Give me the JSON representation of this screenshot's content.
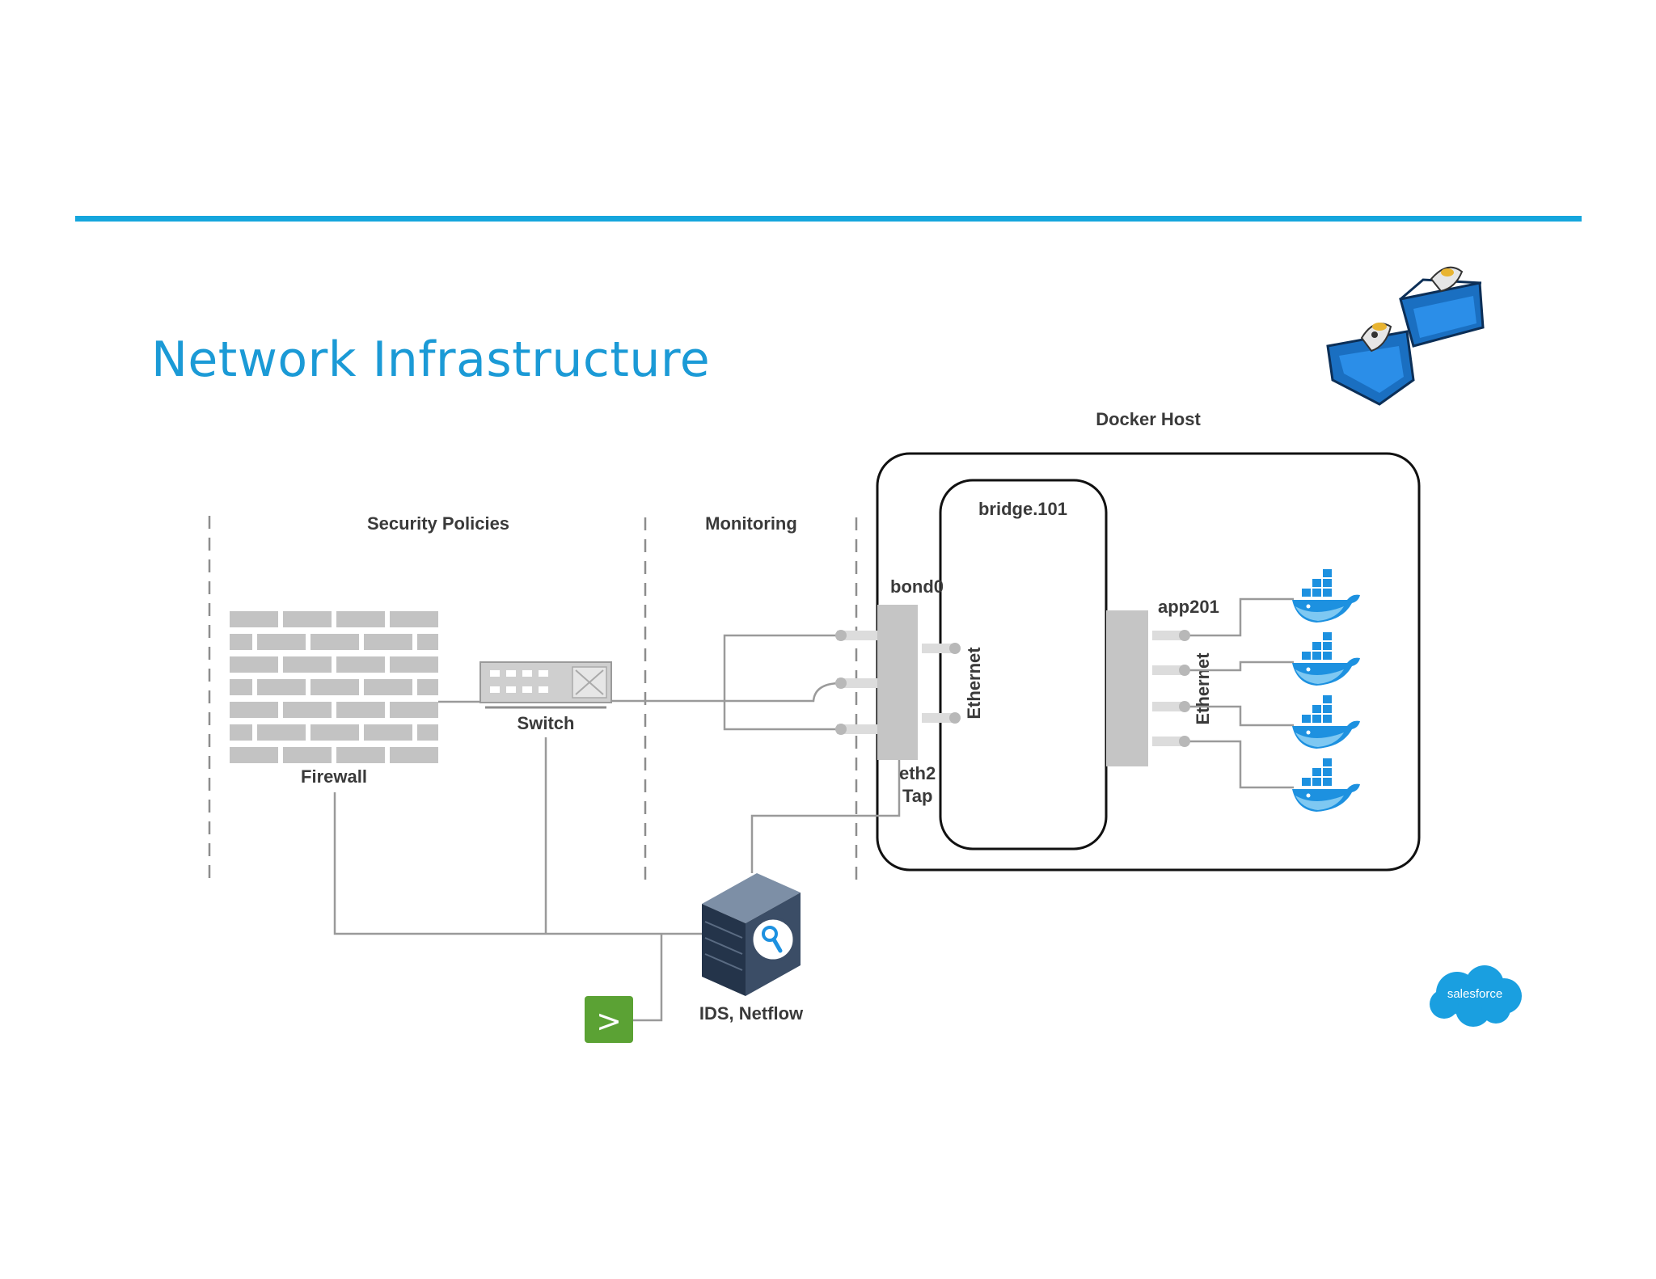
{
  "title": "Network Infrastructure",
  "colors": {
    "accent": "#15a6dd",
    "title": "#1b9ad6",
    "docker_blue": "#1d91e0",
    "console_green": "#5ba234",
    "salesforce_blue": "#1a9fe0"
  },
  "zones": {
    "security": "Security Policies",
    "monitoring": "Monitoring"
  },
  "docker_host": {
    "label": "Docker Host",
    "bridge": "bridge.101",
    "bond": "bond0",
    "tap_line1": "eth2",
    "tap_line2": "Tap",
    "ethernet_left": "Ethernet",
    "ethernet_right": "Ethernet",
    "app": "app201"
  },
  "devices": {
    "firewall": "Firewall",
    "switch": "Switch",
    "ids": "IDS, Netflow",
    "console_glyph": ">"
  },
  "icons": {
    "firewall": "brick-wall-icon",
    "switch": "network-switch-icon",
    "server": "server-magnifier-icon",
    "console": "terminal-icon",
    "containers": "docker-whale-icon",
    "mascot": "docker-containers-mascot-icon",
    "logo": "salesforce-logo"
  },
  "logo": {
    "text": "salesforce"
  }
}
